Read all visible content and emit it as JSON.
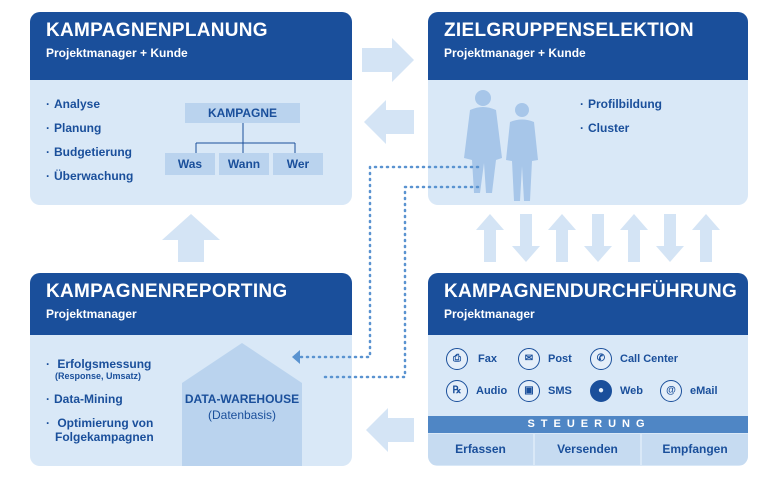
{
  "planung": {
    "title": "KAMPAGNENPLANUNG",
    "subtitle": "Projektmanager + Kunde",
    "bullets": [
      "Analyse",
      "Planung",
      "Budgetierung",
      "Überwachung"
    ],
    "kampagne": "KAMPAGNE",
    "kampagne_children": [
      "Was",
      "Wann",
      "Wer"
    ]
  },
  "selektion": {
    "title": "ZIELGRUPPENSELEKTION",
    "subtitle": "Projektmanager + Kunde",
    "bullets": [
      "Profilbildung",
      "Cluster"
    ]
  },
  "reporting": {
    "title": "KAMPAGNENREPORTING",
    "subtitle": "Projektmanager",
    "bullet1": "Erfolgsmessung",
    "bullet1_small": "(Response, Umsatz)",
    "bullet2": "Data-Mining",
    "bullet3_line1": "Optimierung von",
    "bullet3_line2": "Folgekampagnen",
    "warehouse_line1": "DATA-WAREHOUSE",
    "warehouse_line2": "(Datenbasis)"
  },
  "durchfuehrung": {
    "title": "KAMPAGNENDURCHFÜHRUNG",
    "subtitle": "Projektmanager",
    "channels": [
      {
        "label": "Fax",
        "icon": "fax-icon"
      },
      {
        "label": "Post",
        "icon": "envelope-icon"
      },
      {
        "label": "Call Center",
        "icon": "phone-icon"
      },
      {
        "label": "Audio",
        "icon": "ear-icon"
      },
      {
        "label": "SMS",
        "icon": "mobile-phone-icon"
      },
      {
        "label": "Web",
        "icon": "globe-icon"
      },
      {
        "label": "eMail",
        "icon": "at-sign-icon"
      }
    ],
    "steuerung": "STEUERUNG",
    "actions": [
      "Erfassen",
      "Versenden",
      "Empfangen"
    ]
  },
  "colors": {
    "header": "#1a4f9b",
    "panel": "#d9e8f7",
    "arrow": "#d4e4f5",
    "dots": "#5a93d0"
  }
}
